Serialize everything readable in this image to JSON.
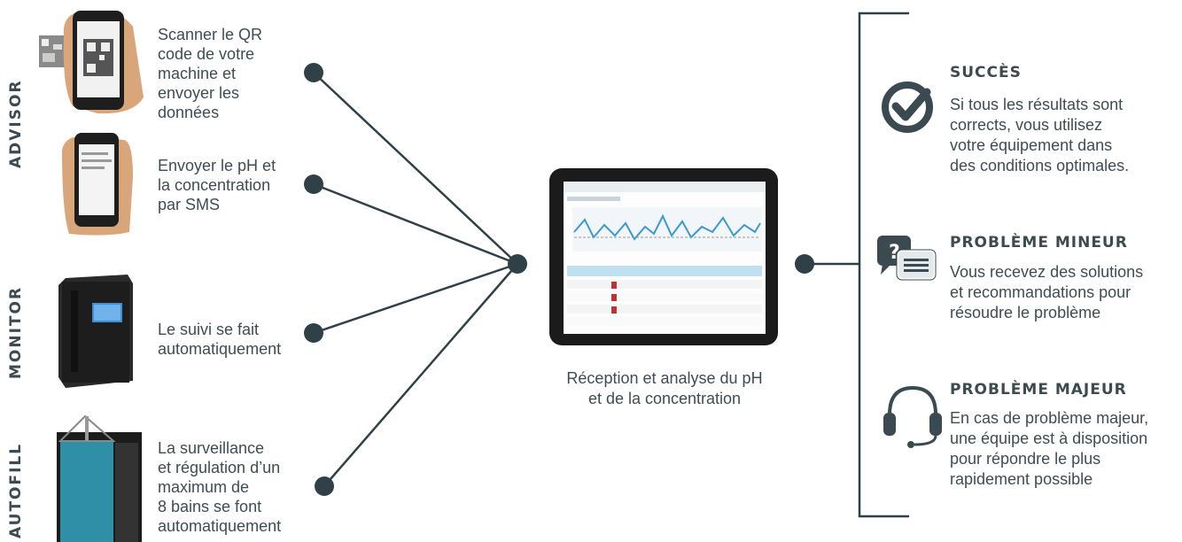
{
  "sections": {
    "advisor": "ADVISOR",
    "monitor": "MONITOR",
    "autofill": "AUTOFILL"
  },
  "inputs": [
    {
      "text": "Scanner le QR\ncode de votre\nmachine et\nenvoyer les\ndonnées"
    },
    {
      "text": "Envoyer le pH et\nla concentration\npar SMS"
    },
    {
      "text": "Le suivi se fait\nautomatiquement"
    },
    {
      "text": "La surveillance\net régulation d’un\nmaximum de\n8  bains se font\nautomatiquement"
    }
  ],
  "center": {
    "caption": "Réception et analyse du pH\net de la concentration"
  },
  "outcomes": [
    {
      "title": "SUCCÈS",
      "text": "Si tous les résultats sont\ncorrects, vous utilisez\nvotre équipement dans\ndes conditions optimales.",
      "icon": "check-circle-icon"
    },
    {
      "title": "PROBLÈME MINEUR",
      "text": "Vous recevez des solutions\net recommandations pour\nrésoudre le problème",
      "icon": "chat-question-icon"
    },
    {
      "title": "PROBLÈME MAJEUR",
      "text": "En cas de problème majeur,\nune équipe est à disposition\npour répondre le plus\nrapidement possible",
      "icon": "headset-icon"
    }
  ],
  "colors": {
    "line": "#2f4147",
    "text": "#3f4d53",
    "accent_tablet_line": "#3a9ad0"
  }
}
